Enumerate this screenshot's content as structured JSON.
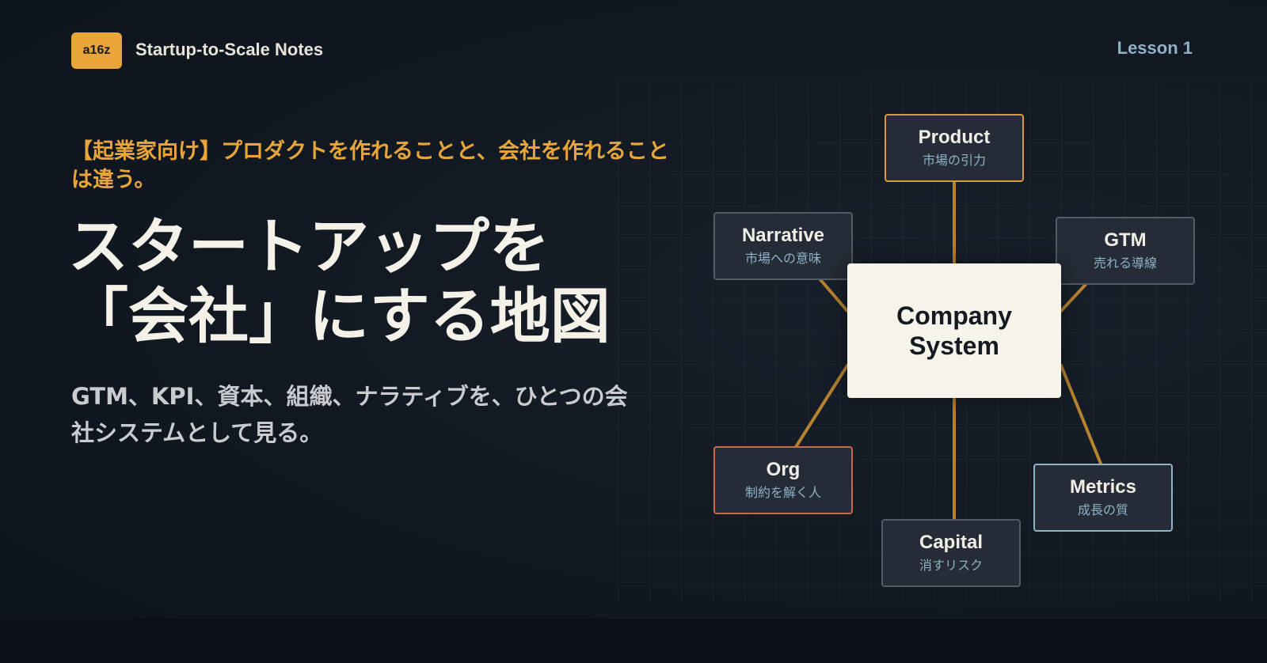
{
  "header": {
    "badge": "a16z",
    "title": "Startup-to-Scale Notes",
    "lesson": "Lesson 1"
  },
  "hero": {
    "kicker": "【起業家向け】プロダクトを作れることと、会社を作れることは違う。",
    "headline_line1": "スタートアップを",
    "headline_line2": "「会社」にする地図",
    "subcopy": "GTM、KPI、資本、組織、ナラティブを、ひとつの会社システムとして見る。"
  },
  "diagram": {
    "center": "Company System",
    "nodes": {
      "product": {
        "title": "Product",
        "sub": "市場の引力"
      },
      "narrative": {
        "title": "Narrative",
        "sub": "市場への意味"
      },
      "gtm": {
        "title": "GTM",
        "sub": "売れる導線"
      },
      "org": {
        "title": "Org",
        "sub": "制約を解く人"
      },
      "metrics": {
        "title": "Metrics",
        "sub": "成長の質"
      },
      "capital": {
        "title": "Capital",
        "sub": "消すリスク"
      }
    }
  },
  "colors": {
    "accent": "#e7a53a",
    "connector": "#b5832f",
    "muted_blue": "#8fb2c4",
    "alert_red": "#c9684e",
    "background": "#0f1620"
  }
}
